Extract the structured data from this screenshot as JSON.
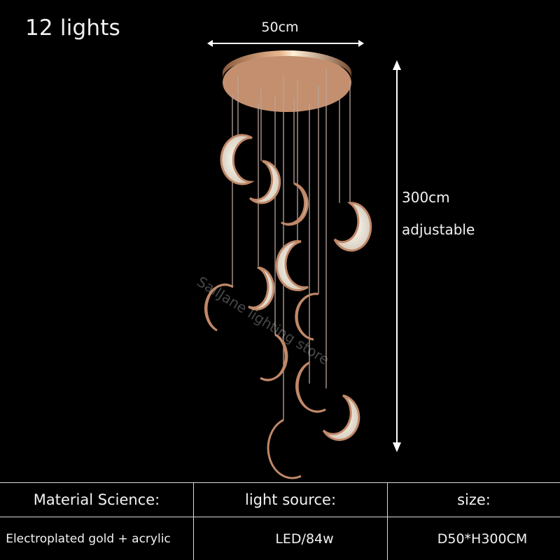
{
  "title": "12 lights",
  "dimensions": {
    "width_label": "50cm",
    "height_label": "300cm",
    "height_note": "adjustable"
  },
  "watermark": "SailJane lighting store",
  "product": {
    "pendant_count": 12,
    "canopy_color": "#c48f6e",
    "shade_shape": "crescent-moon"
  },
  "specs": {
    "headers": [
      "Material Science:",
      "light source:",
      "size:"
    ],
    "values": [
      "Electroplated gold + acrylic",
      "LED/84w",
      "D50*H300CM"
    ]
  }
}
